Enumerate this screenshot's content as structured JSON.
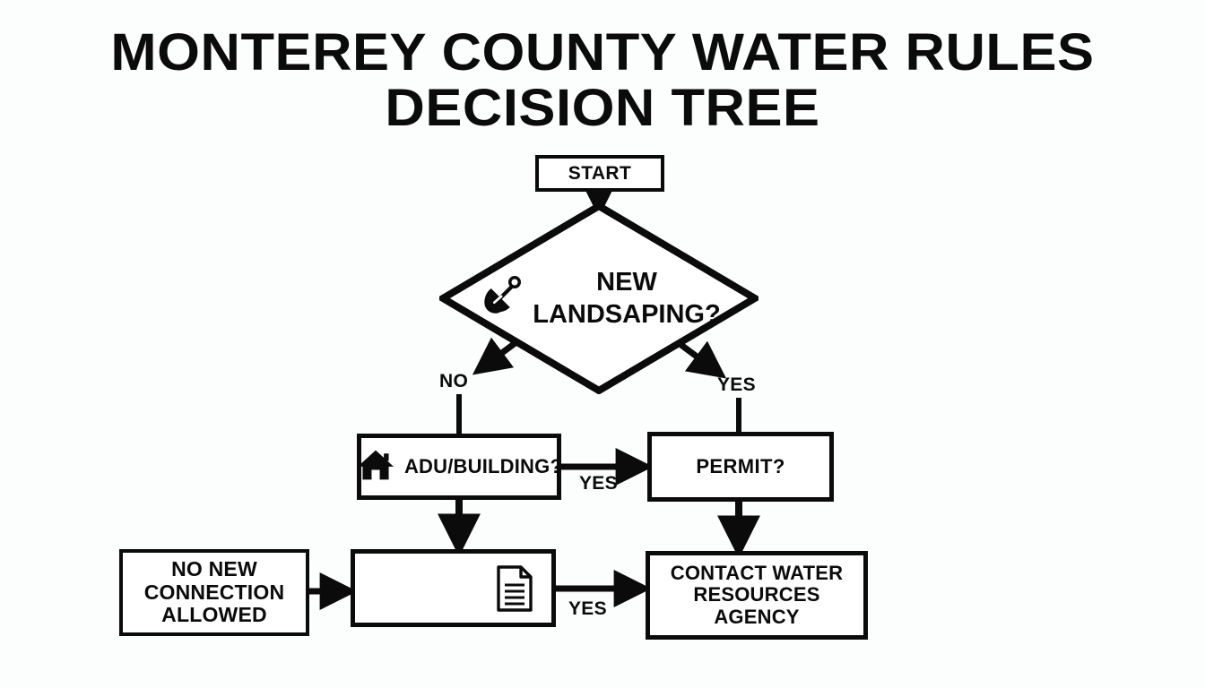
{
  "page": {
    "background_color": "#fcfdfd",
    "ink_color": "#0b0b0b"
  },
  "title": {
    "line1": "MONTEREY COUNTY WATER RULES",
    "line2": "DECISION TREE"
  },
  "nodes": {
    "start": {
      "label": "START",
      "shape": "rectangle"
    },
    "decision": {
      "label": "NEW\nLANDSAPING?",
      "shape": "diamond",
      "icon": "shovel-icon"
    },
    "adu": {
      "label": "ADU/BUILDING?",
      "shape": "rectangle",
      "icon": "house-icon"
    },
    "permit": {
      "label": "PERMIT?",
      "shape": "rectangle"
    },
    "no_new_connection": {
      "label": "NO NEW\nCONNECTION\nALLOWED",
      "shape": "rectangle"
    },
    "document": {
      "label": "",
      "shape": "rectangle",
      "icon": "document-icon"
    },
    "contact": {
      "label": "CONTACT WATER\nRESOURCES AGENCY",
      "shape": "rectangle"
    }
  },
  "edge_labels": {
    "decision_no": "NO",
    "decision_yes": "YES",
    "adu_yes": "YES",
    "document_yes": "YES"
  },
  "edges": [
    {
      "from": "start",
      "to": "decision",
      "label": ""
    },
    {
      "from": "decision",
      "to": "adu",
      "label": "NO"
    },
    {
      "from": "decision",
      "to": "permit",
      "label": "YES"
    },
    {
      "from": "adu",
      "to": "permit",
      "label": "YES"
    },
    {
      "from": "adu",
      "to": "document",
      "label": ""
    },
    {
      "from": "permit",
      "to": "contact",
      "label": ""
    },
    {
      "from": "no_new_connection",
      "to": "document",
      "label": ""
    },
    {
      "from": "document",
      "to": "contact",
      "label": "YES"
    }
  ]
}
